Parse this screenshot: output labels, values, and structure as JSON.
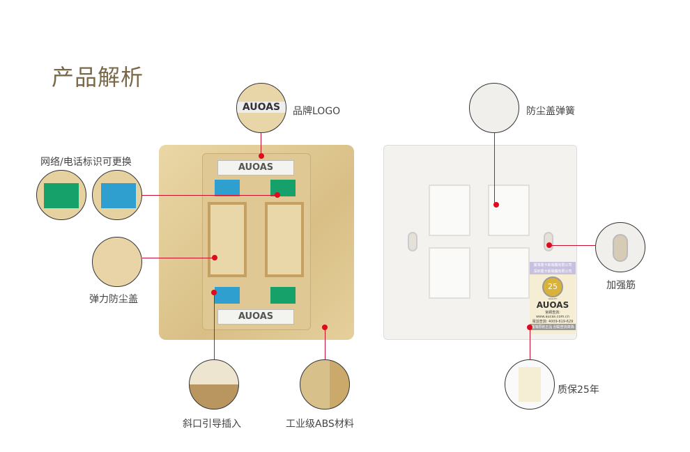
{
  "title": "产品解析",
  "brand": "AUOAS",
  "callouts": {
    "logo": "品牌LOGO",
    "labels": "网络/电话标识可更换",
    "dust_cover": "弹力防尘盖",
    "bevel": "斜口引导插入",
    "material": "工业级ABS材料",
    "spring": "防尘盖弹簧",
    "rib": "加强筋",
    "warranty": "质保25年"
  },
  "sticker": {
    "company_1": "臺灣奧卡斯電纜有限公司",
    "company_2": "深圳奧卡斯電纜有限公司",
    "badge": "25",
    "badge_text": "QUALITY",
    "web": "官網查詢: www.aucas.com.cn",
    "phone": "電話查詢: 4009-619-629",
    "footer": "臺灣原裝正品 刮開查詢真偽"
  }
}
